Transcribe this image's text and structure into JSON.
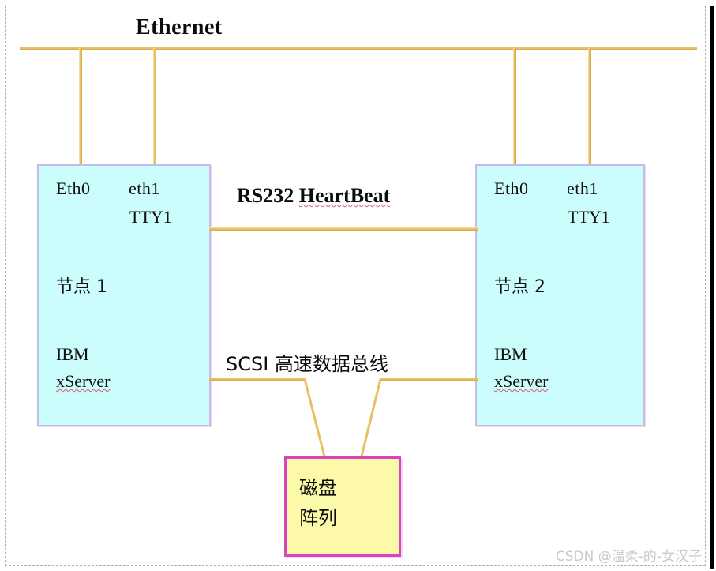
{
  "diagram": {
    "network_label": "Ethernet",
    "heartbeat_label": "RS232 HeartBeat",
    "scsi_label": "SCSI 高速数据总线",
    "nodes": [
      {
        "id": "node-1",
        "nic0": "Eth0",
        "nic1": "eth1",
        "serial": "TTY1",
        "title": "节点 1",
        "vendor": "IBM",
        "model": "xServer"
      },
      {
        "id": "node-2",
        "nic0": "Eth0",
        "nic1": "eth1",
        "serial": "TTY1",
        "title": "节点 2",
        "vendor": "IBM",
        "model": "xServer"
      }
    ],
    "storage": {
      "line1": "磁盘",
      "line2": "阵列"
    },
    "colors": {
      "bus": "#e9bf63",
      "node_fill": "#ccfdfd",
      "node_border": "#c3bde8",
      "storage_fill": "#fcfaa8",
      "storage_border": "#d943bf",
      "text": "#0c0c0c",
      "spellcheck_underline": "#d2606a",
      "watermark": "#c9c9c9"
    }
  },
  "watermark": {
    "text": "CSDN @温柔-的-女汉子"
  }
}
